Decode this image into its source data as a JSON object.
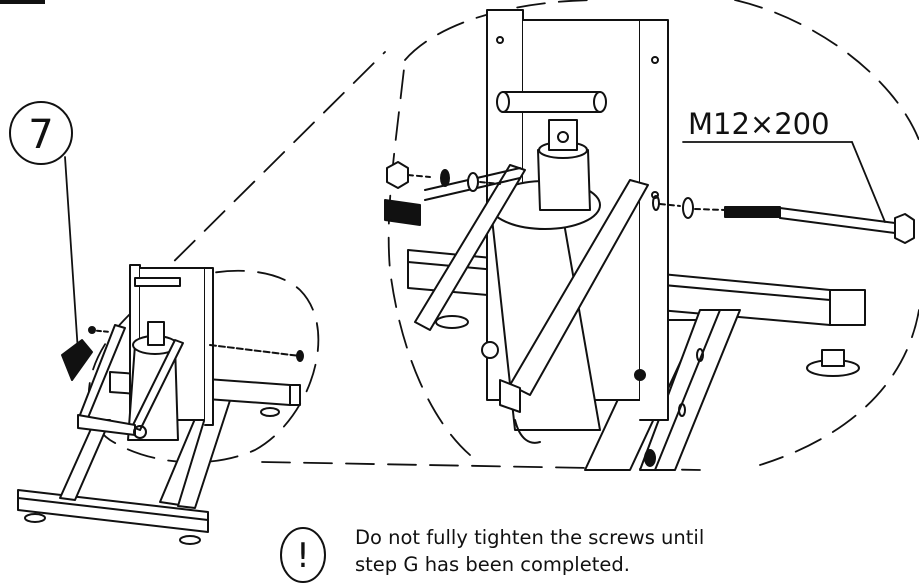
{
  "step": {
    "number": "7"
  },
  "part": {
    "label": "M12×200"
  },
  "note": {
    "symbol": "!",
    "line1": "Do not fully tighten the screws until",
    "line2": "step G has been completed."
  },
  "colors": {
    "ink": "#111111",
    "paper": "#ffffff"
  }
}
